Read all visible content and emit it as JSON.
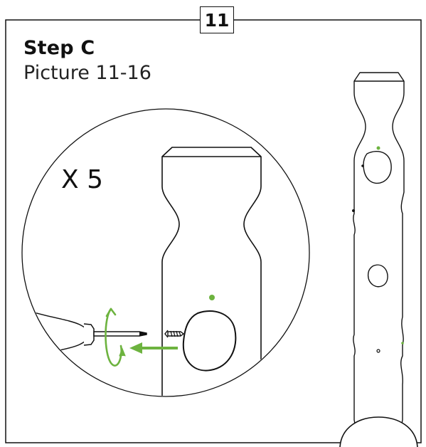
{
  "page": {
    "number": "11"
  },
  "step": {
    "title": "Step C",
    "subtitle": "Picture 11-16"
  },
  "detail": {
    "quantity": "X 5"
  },
  "colors": {
    "line": "#111111",
    "accent": "#6db33f"
  },
  "icons": [
    "screwdriver-icon",
    "rotate-arrow-icon",
    "insert-arrow-icon",
    "screw-icon"
  ]
}
